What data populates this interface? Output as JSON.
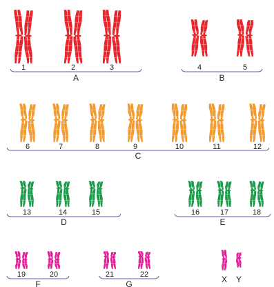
{
  "colors": {
    "red": "#e8242a",
    "orange": "#f39a2e",
    "green": "#1a9a4a",
    "magenta": "#e0219a",
    "bracket": "#5a5fa8",
    "chromatid_edge": "#ffffff"
  },
  "groups": [
    {
      "key": "A",
      "label": "A",
      "color": "red",
      "pairs": [
        {
          "label": "1"
        },
        {
          "label": "2"
        },
        {
          "label": "3"
        }
      ]
    },
    {
      "key": "B",
      "label": "B",
      "color": "red",
      "pairs": [
        {
          "label": "4"
        },
        {
          "label": "5"
        }
      ]
    },
    {
      "key": "C",
      "label": "C",
      "color": "orange",
      "pairs": [
        {
          "label": "6"
        },
        {
          "label": "7"
        },
        {
          "label": "8"
        },
        {
          "label": "9"
        },
        {
          "label": "10"
        },
        {
          "label": "11"
        },
        {
          "label": "12"
        }
      ]
    },
    {
      "key": "D",
      "label": "D",
      "color": "green",
      "pairs": [
        {
          "label": "13"
        },
        {
          "label": "14"
        },
        {
          "label": "15"
        }
      ]
    },
    {
      "key": "E",
      "label": "E",
      "color": "green",
      "pairs": [
        {
          "label": "16"
        },
        {
          "label": "17"
        },
        {
          "label": "18"
        }
      ]
    },
    {
      "key": "F",
      "label": "F",
      "color": "magenta",
      "pairs": [
        {
          "label": "19"
        },
        {
          "label": "20"
        }
      ]
    },
    {
      "key": "G",
      "label": "G",
      "color": "magenta",
      "pairs": [
        {
          "label": "21"
        },
        {
          "label": "22"
        }
      ]
    }
  ],
  "sex_chromosomes": {
    "color": "magenta",
    "items": [
      {
        "label": "X"
      },
      {
        "label": "Y"
      }
    ]
  }
}
